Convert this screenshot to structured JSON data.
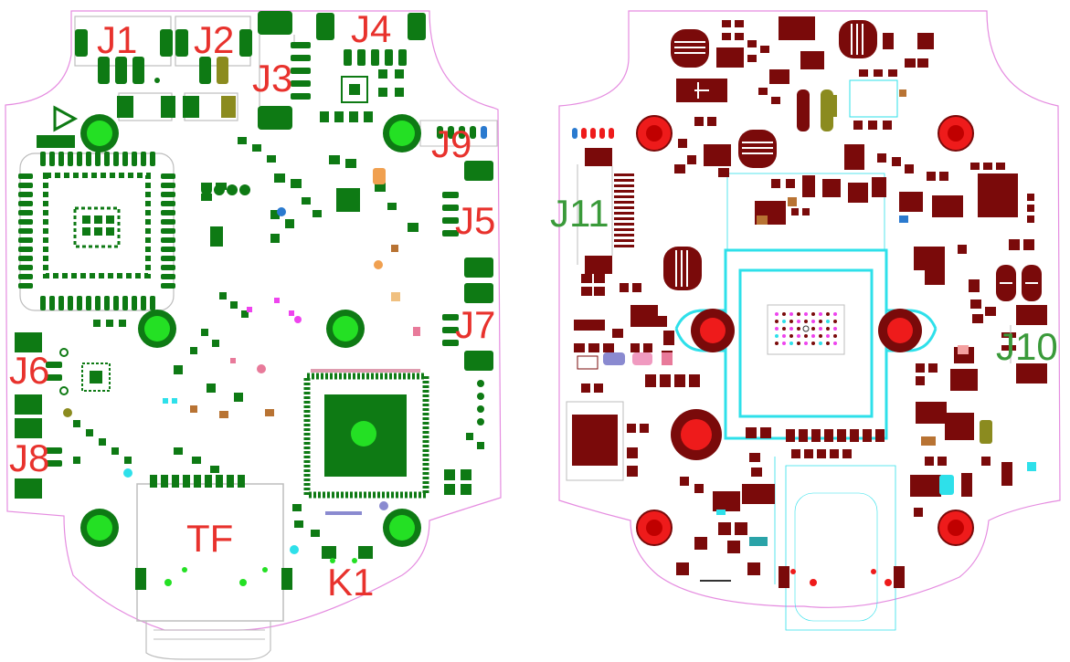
{
  "colors": {
    "outline": "#e58ce0",
    "top_copper": "#0e7a14",
    "top_copper_dark": "#0a6410",
    "bottom_copper": "#7a0a0a",
    "via_green": "#24e024",
    "via_red": "#ee1b1b",
    "silk": "#bdbdbd",
    "cyan": "#2ee0ea",
    "label_red": "#e8322d",
    "label_green": "#3a9a3a"
  },
  "top_board": {
    "labels": {
      "j1": "J1",
      "j2": "J2",
      "j3": "J3",
      "j4": "J4",
      "j5": "J5",
      "j6": "J6",
      "j7": "J7",
      "j8": "J8",
      "j9": "J9",
      "tf": "TF",
      "k1": "K1"
    }
  },
  "bottom_board": {
    "labels": {
      "j10": "J10",
      "j11": "J11"
    }
  }
}
